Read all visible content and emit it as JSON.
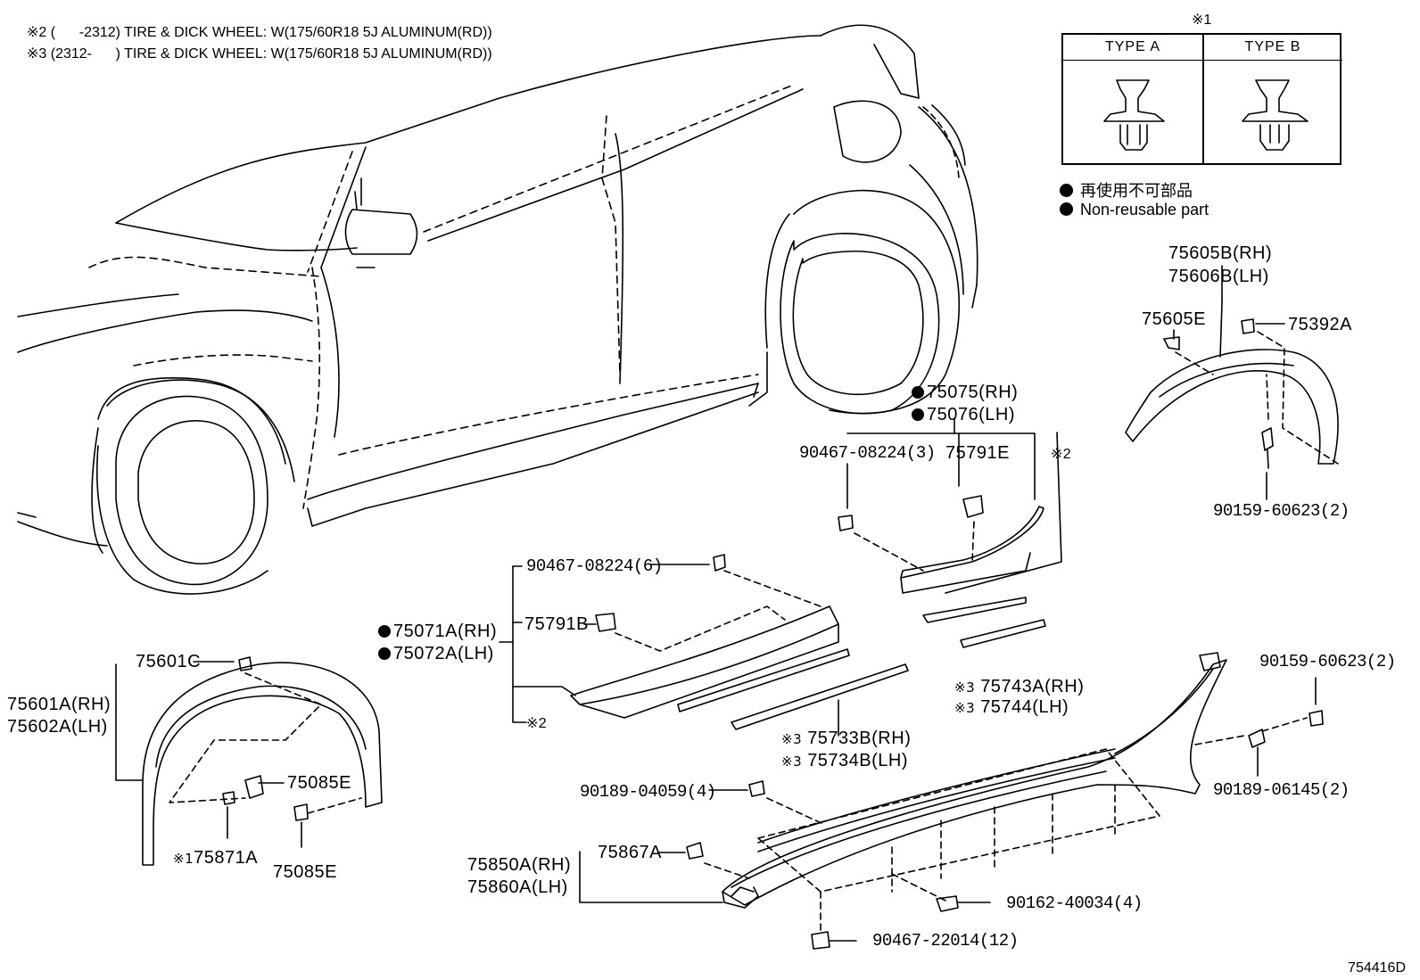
{
  "notes": {
    "note2": "※2 (      -2312) TIRE & DICK WHEEL: W(175/60R18 5J ALUMINUM(RD))",
    "note3": "※3 (2312-      ) TIRE & DICK WHEEL: W(175/60R18 5J ALUMINUM(RD))"
  },
  "type_table": {
    "mark": "※1",
    "type_a": "TYPE A",
    "type_b": "TYPE B"
  },
  "legend": {
    "jp": "再使用不可部品",
    "en": "Non-reusable part"
  },
  "parts": {
    "p75605B": "75605B(RH)",
    "p75606B": "75606B(LH)",
    "p75605E": "75605E",
    "p75392A": "75392A",
    "p90159a": "90159-60623(2)",
    "p75075": "75075(RH)",
    "p75076": "75076(LH)",
    "p90467_3": "90467-08224(3)",
    "p75791E": "75791E",
    "mark2a": "※2",
    "p90467_6": "90467-08224(6)",
    "p75791B": "75791B",
    "p75071A": "75071A(RH)",
    "p75072A": "75072A(LH)",
    "mark2b": "※2",
    "p75743A": "75743A(RH)",
    "p75744": "75744(LH)",
    "p75733B": "75733B(RH)",
    "p75734B": "75734B(LH)",
    "p75601C": "75601C",
    "p75601A": "75601A(RH)",
    "p75602A": "75602A(LH)",
    "p75085E_a": "75085E",
    "p75871A": "75871A",
    "p75085E_b": "75085E",
    "p90159b": "90159-60623(2)",
    "p90189_06145": "90189-06145(2)",
    "p90189_04059": "90189-04059(4)",
    "p75867A": "75867A",
    "p75850A": "75850A(RH)",
    "p75860A": "75860A(LH)",
    "p90162": "90162-40034(4)",
    "p90467_22014": "90467-22014(12)",
    "mark3a": "※3",
    "mark3b": "※3",
    "mark3c": "※3",
    "mark3d": "※3",
    "mark1": "※1"
  },
  "diagram_code": "754416D"
}
